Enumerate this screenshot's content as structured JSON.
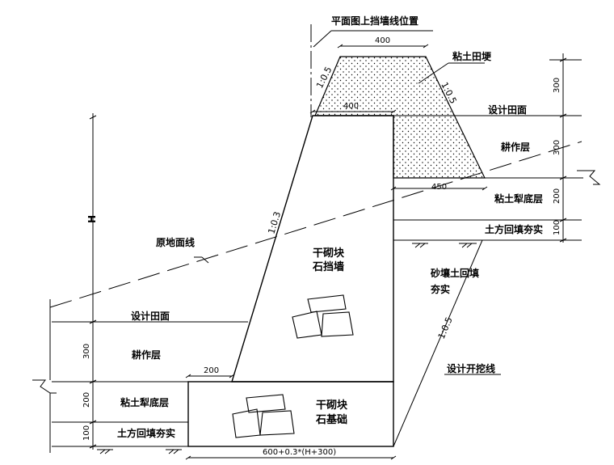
{
  "labels": {
    "plan_wall_line": "平面图上挡墙线位置",
    "clay_ridge": "粘土田埂",
    "design_field_top": "设计田面",
    "plough_layer_top": "耕作层",
    "clay_plough_pan_top": "粘土犁底层",
    "backfill_top": "土方回填夯实",
    "original_ground": "原地面线",
    "wall_text_1": "干砌块",
    "wall_text_2": "石挡墙",
    "sand_backfill_1": "砂壤土回填",
    "sand_backfill_2": "夯实",
    "design_field_bottom": "设计田面",
    "plough_layer_bottom": "耕作层",
    "clay_plough_pan_bottom": "粘土犁底层",
    "backfill_bottom": "土方回填夯实",
    "foundation_text_1": "干砌块",
    "foundation_text_2": "石基础",
    "design_excavation": "设计开挖线",
    "height_symbol": "H"
  },
  "dimensions": {
    "ridge_top_width": "400",
    "wall_top_width": "400",
    "ridge_base_width": "450",
    "toe_width": "200",
    "base_width": "600+0.3*(H+300)",
    "right_300_a": "300",
    "right_300_b": "300",
    "right_200": "200",
    "right_100": "100",
    "left_300": "300",
    "left_200": "200",
    "left_100": "100"
  },
  "slopes": {
    "ridge_left": "1:0.5",
    "ridge_right": "1:0.5",
    "wall_face": "1:0.3",
    "excavation": "1:0.5"
  }
}
